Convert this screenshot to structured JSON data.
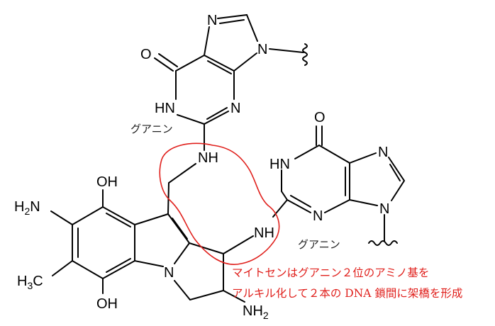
{
  "title": "マイトセンによるDNA架橋",
  "colors": {
    "bond": "#000000",
    "highlight": "#e0201c"
  },
  "labels": {
    "top_guanine": {
      "N7": "N",
      "N9": "N",
      "O": "O",
      "HN": "HN",
      "N3": "N"
    },
    "right_guanine": {
      "O": "O",
      "HN": "HN",
      "N3": "N",
      "N7": "N",
      "N9": "N"
    },
    "mitosene": {
      "NH_top": "NH",
      "NH_right": "NH",
      "N": "N",
      "OH_top": "OH",
      "OH_bottom": "OH",
      "H2N": [
        "H",
        "2",
        "N"
      ],
      "H3C": [
        "H",
        "3",
        "C"
      ],
      "NH2": [
        "NH",
        "2"
      ]
    },
    "guanine_name_1": "グアニン",
    "guanine_name_2": "グアニン"
  },
  "annotation": {
    "line1": "マイトセンはグアニン２位のアミノ基を",
    "line2": "アルキル化して２本の DNA 鎖間に架橋を形成"
  }
}
